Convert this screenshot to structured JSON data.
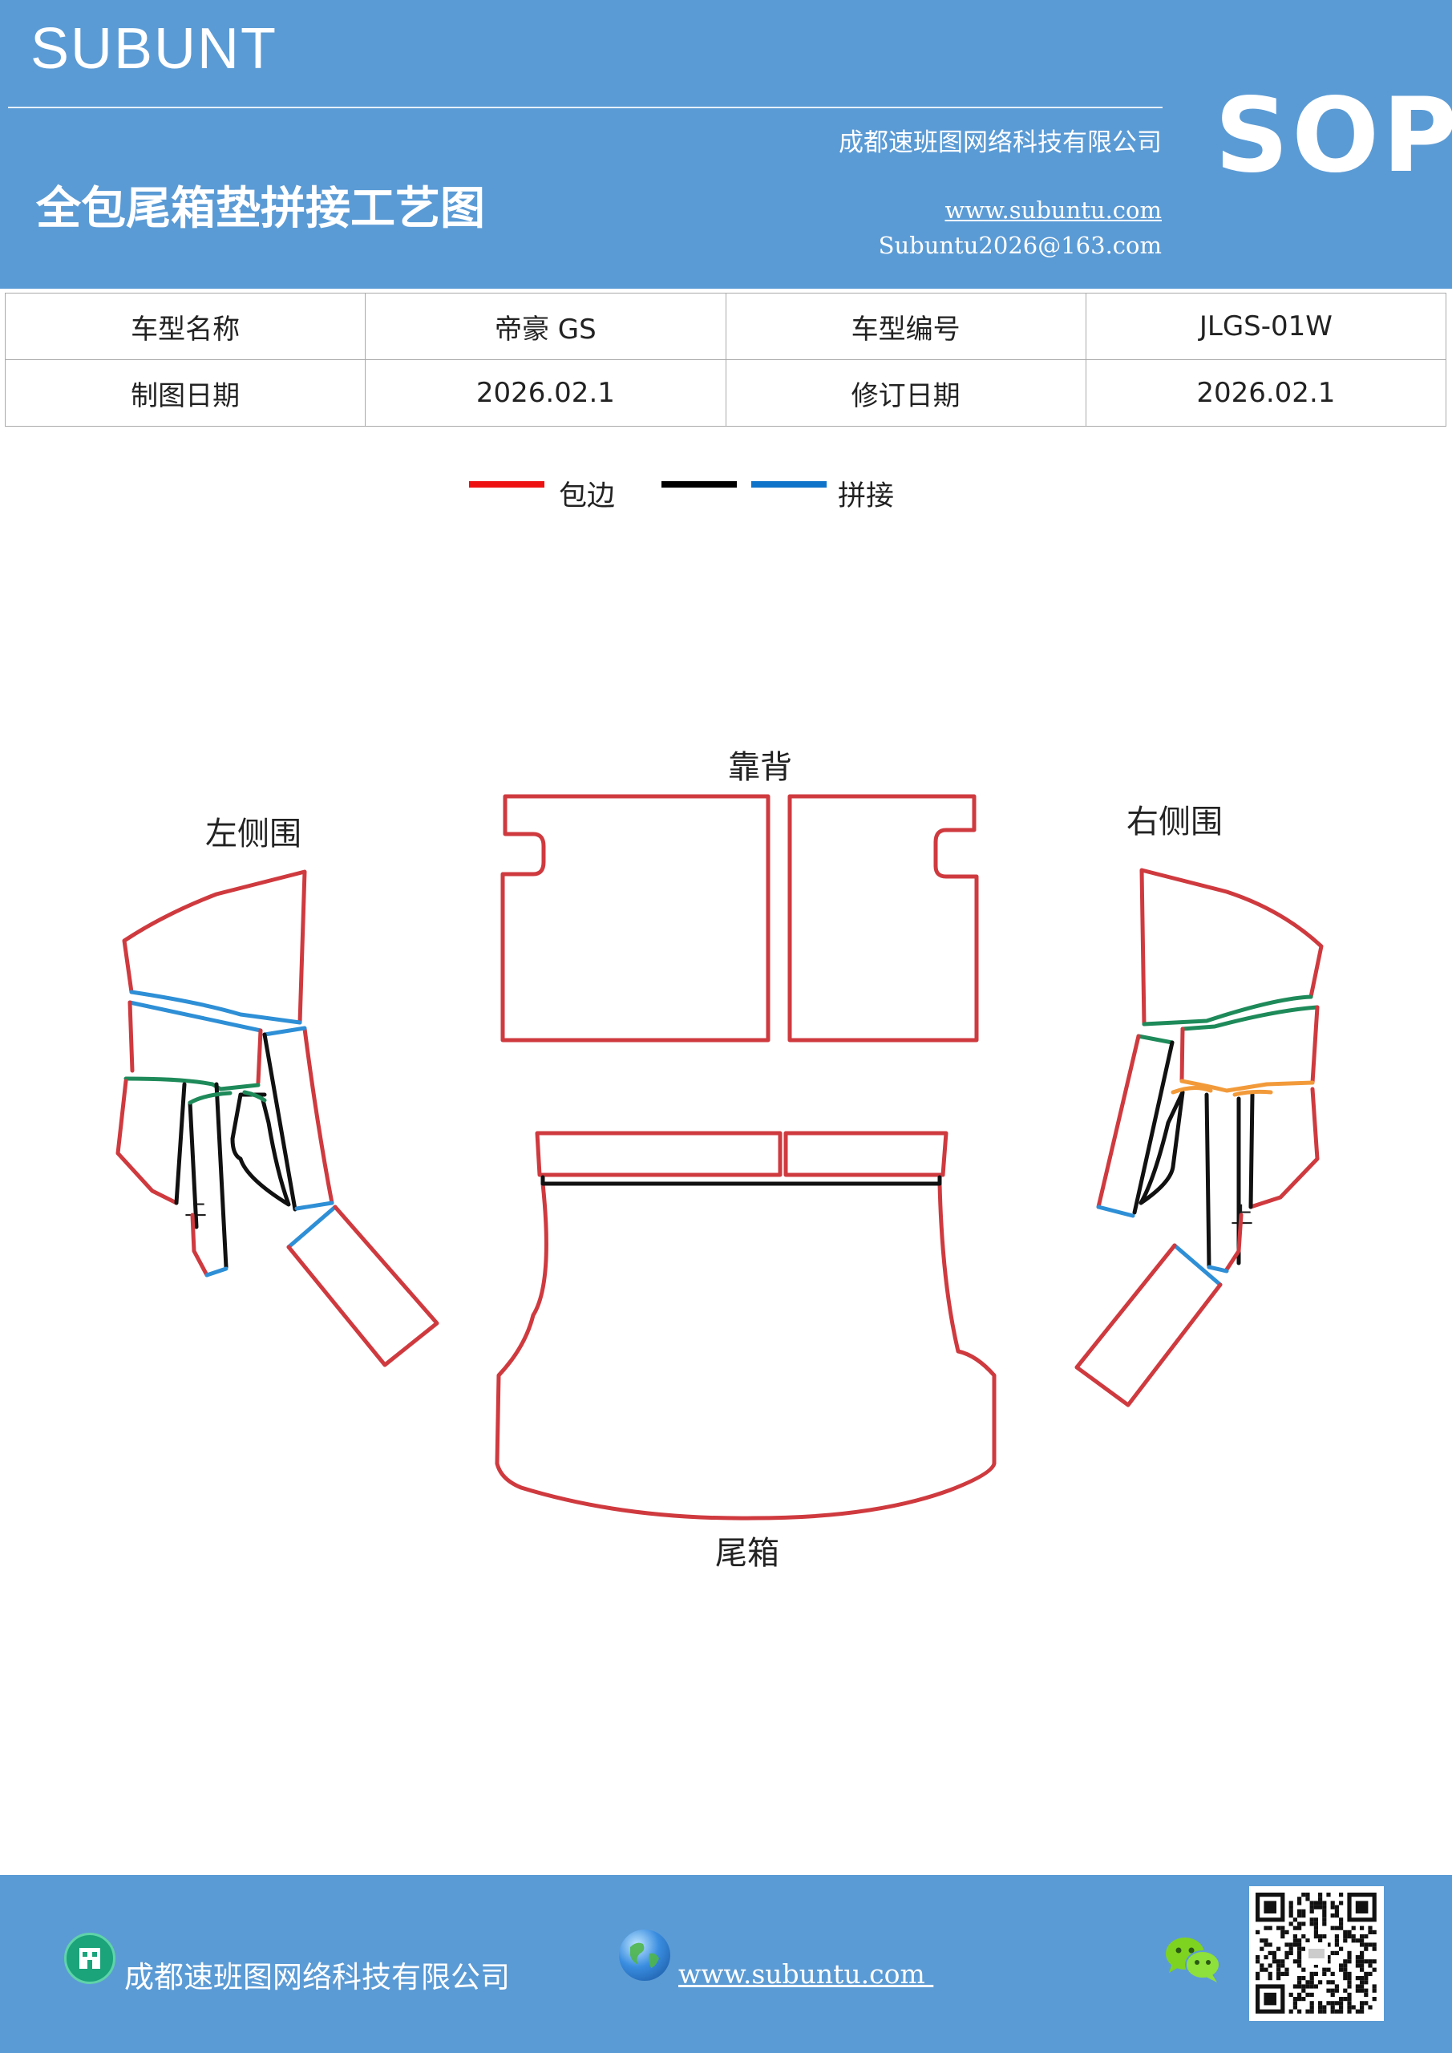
{
  "header": {
    "brand": "SUBUNT",
    "sop": "SOP",
    "company": "成都速班图网络科技有限公司",
    "title": "全包尾箱垫拼接工艺图",
    "website": "www.subuntu.com",
    "email": "Subuntu2026@163.com",
    "bg_color": "#5b9bd5"
  },
  "info_table": {
    "rows": [
      [
        "车型名称",
        "帝豪 GS",
        "车型编号",
        "JLGS-01W"
      ],
      [
        "制图日期",
        "2026.02.1",
        "修订日期",
        "2026.02.1"
      ]
    ]
  },
  "legend": {
    "items": [
      {
        "label": "包边",
        "color": "#ee1111"
      },
      {
        "label": "",
        "color": "#000000"
      },
      {
        "label": "拼接",
        "color": "#0e73c9"
      }
    ]
  },
  "diagram": {
    "labels": {
      "backrest": "靠背",
      "left_side": "左侧围",
      "right_side": "右侧围",
      "trunk": "尾箱",
      "left_up_mark": "上",
      "right_up_mark": "上"
    },
    "colors": {
      "edge": "#cf3a3f",
      "seam": "#111111",
      "splice_blue": "#2e8fd6",
      "splice_green": "#1e8a5a",
      "splice_orange": "#f29a3a"
    }
  },
  "footer": {
    "company": "成都速班图网络科技有限公司",
    "website": "www.subuntu.com ",
    "building_icon": "building-icon",
    "globe_icon": "globe-icon",
    "wechat_icon": "wechat-icon",
    "qr_icon": "qr-code"
  }
}
